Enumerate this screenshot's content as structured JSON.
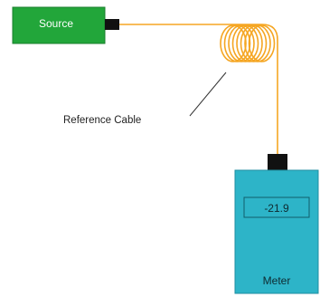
{
  "source": {
    "label": "Source",
    "color": "#22a63a"
  },
  "cable": {
    "label": "Reference Cable",
    "color": "#f5a623"
  },
  "meter": {
    "label": "Meter",
    "reading": "-21.9",
    "color": "#2db4c8"
  },
  "connector_color": "#111111"
}
